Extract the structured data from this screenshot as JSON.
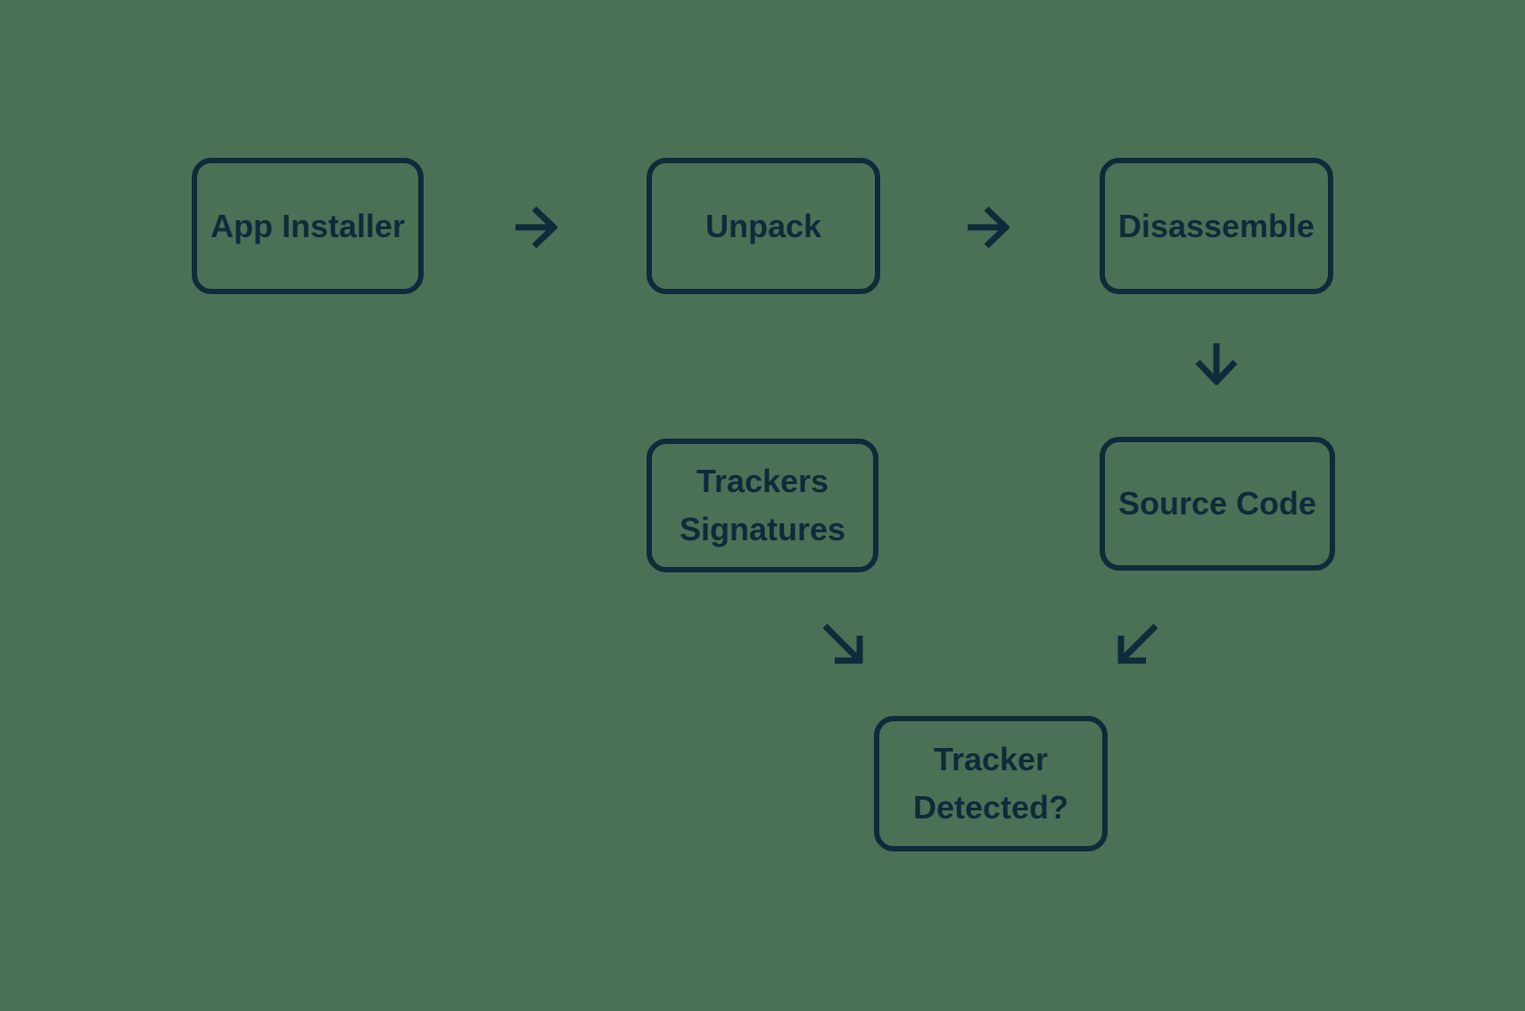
{
  "diagram": {
    "type": "flowchart",
    "colors": {
      "background": "#4A7156",
      "ink": "#0F2A3A"
    },
    "nodes": [
      {
        "id": "app-installer",
        "label": "App Installer"
      },
      {
        "id": "unpack",
        "label": "Unpack"
      },
      {
        "id": "disassemble",
        "label": "Disassemble"
      },
      {
        "id": "trackers-signatures",
        "label": "Trackers Signatures"
      },
      {
        "id": "source-code",
        "label": "Source Code"
      },
      {
        "id": "tracker-detected",
        "label": "Tracker Detected?"
      }
    ],
    "edges": [
      {
        "from": "app-installer",
        "to": "unpack",
        "direction": "right"
      },
      {
        "from": "unpack",
        "to": "disassemble",
        "direction": "right"
      },
      {
        "from": "disassemble",
        "to": "source-code",
        "direction": "down"
      },
      {
        "from": "trackers-signatures",
        "to": "tracker-detected",
        "direction": "down-right"
      },
      {
        "from": "source-code",
        "to": "tracker-detected",
        "direction": "down-left"
      }
    ]
  }
}
